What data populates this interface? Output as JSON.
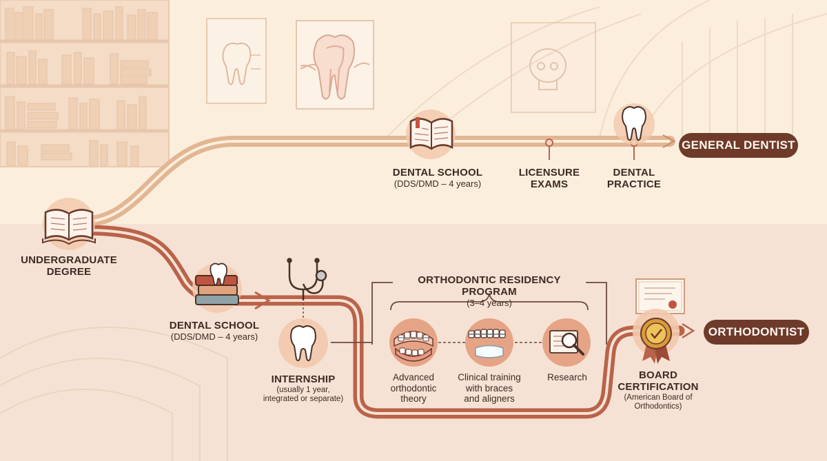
{
  "outcomes": {
    "general": "GENERAL DENTIST",
    "ortho": "ORTHODONTIST"
  },
  "top_path": {
    "dental_school_title": "DENTAL SCHOOL",
    "dental_school_sub": "(DDS/DMD – 4 years)",
    "licensure_l1": "LICENSURE",
    "licensure_l2": "EXAMS",
    "practice_l1": "DENTAL",
    "practice_l2": "PRACTICE"
  },
  "start": {
    "l1": "UNDERGRADUATE",
    "l2": "DEGREE"
  },
  "bottom_path": {
    "dental_school_title": "DENTAL SCHOOL",
    "dental_school_sub": "(DDS/DMD – 4 years)",
    "internship_title": "INTERNSHIP",
    "internship_sub1": "(usually 1 year,",
    "internship_sub2": "integrated or separate)",
    "residency_title": "ORTHODONTIC RESIDENCY PROGRAM",
    "residency_sub": "(3–4 years)",
    "theory_l1": "Advanced",
    "theory_l2": "orthodontic",
    "theory_l3": "theory",
    "clinical_l1": "Clinical training",
    "clinical_l2": "with braces",
    "clinical_l3": "and aligners",
    "research": "Research",
    "board_l1": "BOARD",
    "board_l2": "CERTIFICATION",
    "board_sub1": "(American Board of",
    "board_sub2": "Orthodontics)"
  },
  "colors": {
    "path_light": "#d9a07a",
    "path_dark": "#b9634a",
    "ink": "#3d2a24",
    "pill": "#6e3a2a",
    "accent": "#c0553f"
  }
}
